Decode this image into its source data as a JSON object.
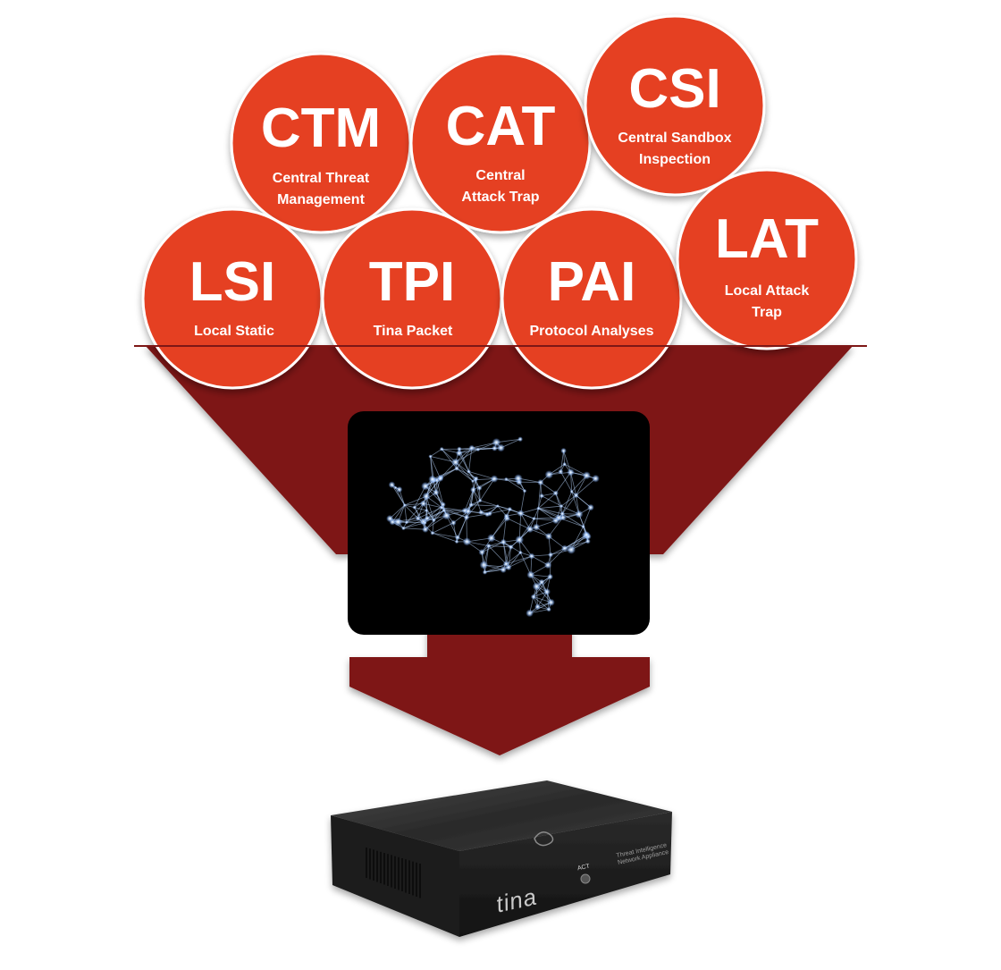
{
  "circles": [
    {
      "acronym": "CTM",
      "subtitle": "Central Threat\nManagement"
    },
    {
      "acronym": "CAT",
      "subtitle": "Central\nAttack Trap"
    },
    {
      "acronym": "CSI",
      "subtitle": "Central Sandbox\nInspection"
    },
    {
      "acronym": "LSI",
      "subtitle": "Local Static"
    },
    {
      "acronym": "TPI",
      "subtitle": "Tina Packet"
    },
    {
      "acronym": "PAI",
      "subtitle": "Protocol Analyses"
    },
    {
      "acronym": "LAT",
      "subtitle": "Local Attack\nTrap"
    }
  ],
  "device": {
    "brand": "tina",
    "indicator": "ACT",
    "tagline": "Threat Intelligence\nNetwork Appliance"
  },
  "colors": {
    "circle": "#e54024",
    "funnel": "#7e1716",
    "screen": "#000000",
    "brain_glow": "#b9d7ff"
  }
}
